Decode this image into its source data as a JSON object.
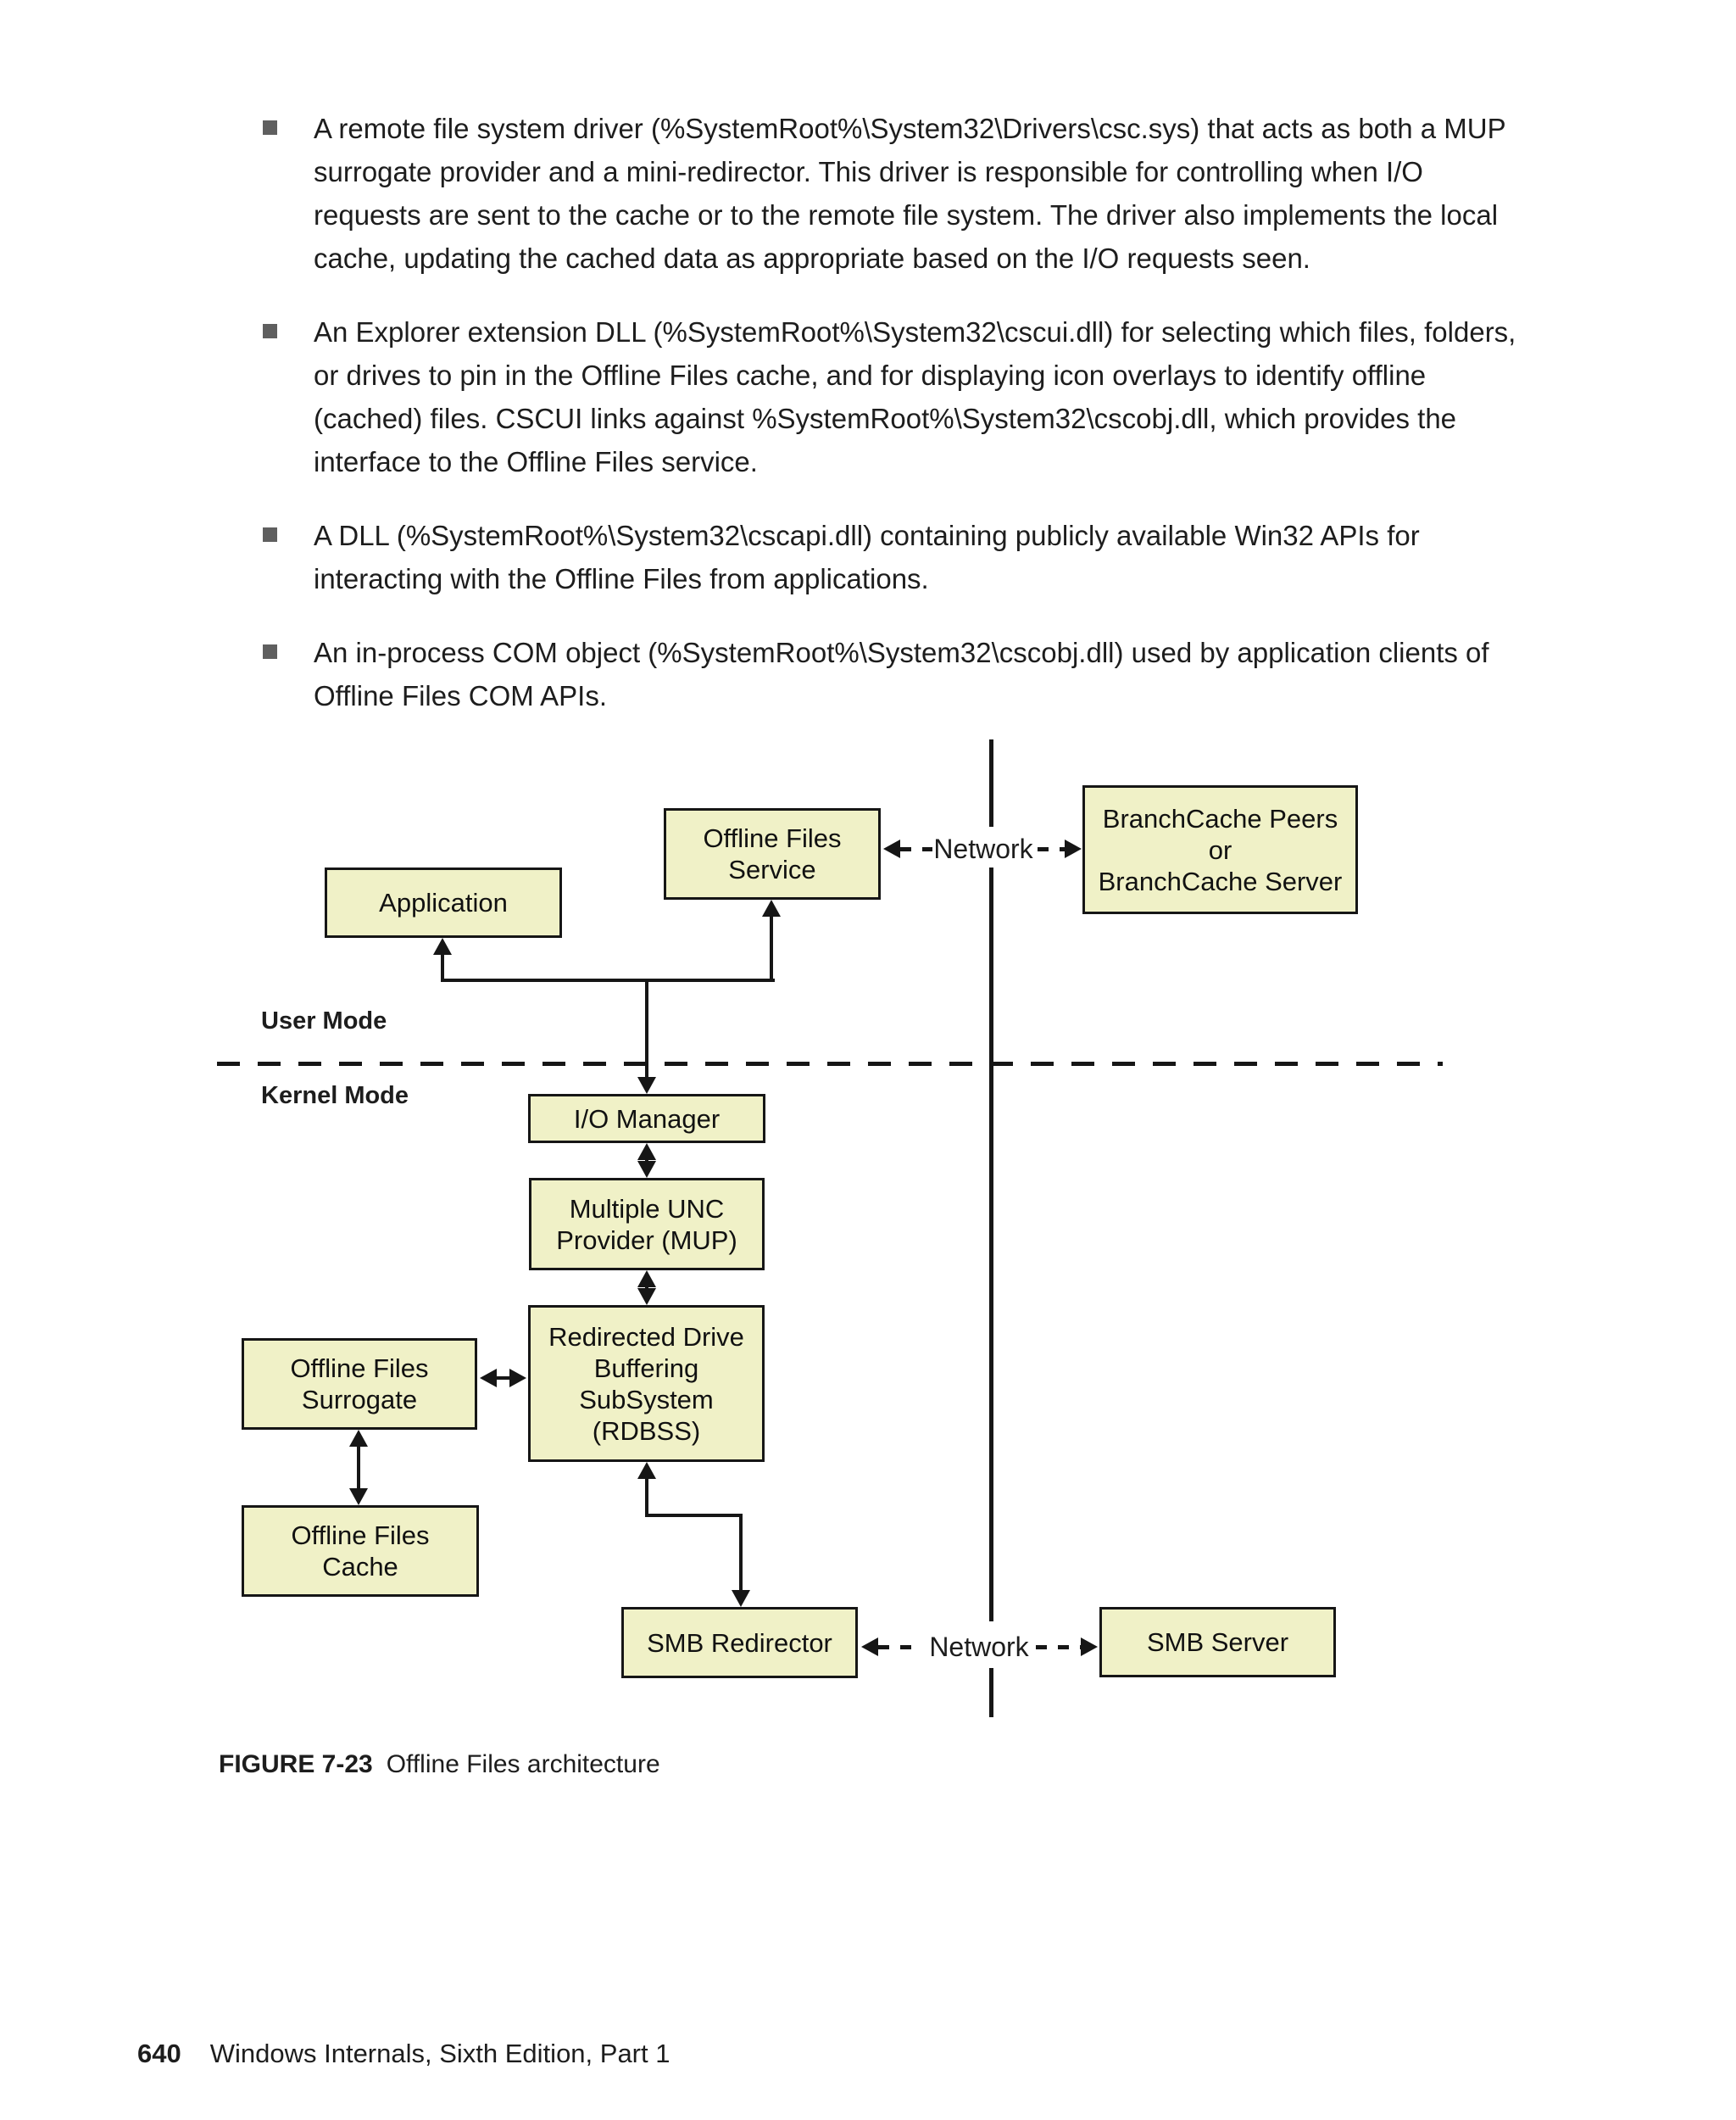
{
  "page": {
    "bullets": [
      "A remote file system driver (%SystemRoot%\\System32\\Drivers\\csc.sys) that acts as both a MUP surrogate provider and a mini-redirector. This driver is responsible for controlling when I/O requests are sent to the cache or to the remote file system. The driver also implements the local cache, updating the cached data as appropriate based on the I/O requests seen.",
      "An Explorer extension DLL (%SystemRoot%\\System32\\cscui.dll) for selecting which files, folders, or drives to pin in the Offline Files cache, and for displaying icon overlays to identify offline (cached) files. CSCUI links against %SystemRoot%\\System32\\cscobj.dll, which provides the interface to the Offline Files service.",
      "A DLL (%SystemRoot%\\System32\\cscapi.dll) containing publicly available Win32 APIs for interacting with the Offline Files from applications.",
      "An in-process COM object (%SystemRoot%\\System32\\cscobj.dll) used by application clients of Offline Files COM APIs."
    ],
    "figure": {
      "label": "FIGURE 7-23",
      "caption": "Offline Files architecture"
    },
    "footer": {
      "page_number": "640",
      "book_title": "Windows Internals, Sixth Edition, Part 1"
    },
    "colors": {
      "box_fill": "#f0f1c7",
      "box_border": "#161616",
      "line": "#161616",
      "bullet_marker": "#5f5f5f"
    }
  },
  "diagram": {
    "labels": {
      "user_mode": "User Mode",
      "kernel_mode": "Kernel Mode",
      "network_top": "Network",
      "network_bottom": "Network"
    },
    "boxes": [
      {
        "id": "application",
        "label": "Application"
      },
      {
        "id": "offline-files-service",
        "label": "Offline Files\nService"
      },
      {
        "id": "branchcache",
        "label": "BranchCache Peers\nor\nBranchCache Server"
      },
      {
        "id": "io-manager",
        "label": "I/O Manager"
      },
      {
        "id": "mup",
        "label": "Multiple UNC\nProvider (MUP)"
      },
      {
        "id": "rdbss",
        "label": "Redirected Drive\nBuffering\nSubSystem\n(RDBSS)"
      },
      {
        "id": "offline-files-surrogate",
        "label": "Offline Files\nSurrogate"
      },
      {
        "id": "offline-files-cache",
        "label": "Offline Files\nCache"
      },
      {
        "id": "smb-redirector",
        "label": "SMB Redirector"
      },
      {
        "id": "smb-server",
        "label": "SMB Server"
      }
    ]
  }
}
